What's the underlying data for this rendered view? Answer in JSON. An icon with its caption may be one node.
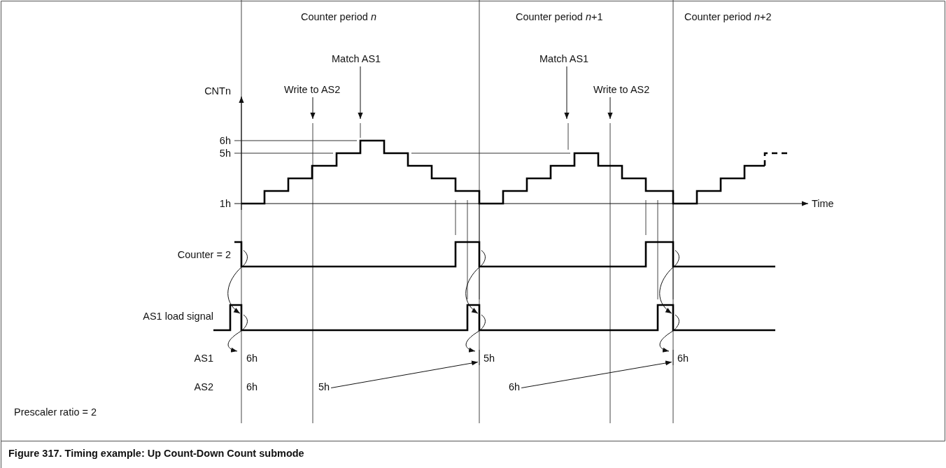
{
  "diagram": {
    "caption": "Figure 317.  Timing example: Up Count-Down Count submode",
    "nodes": [
      {
        "text": [
          "Write to AS2"
        ]
      },
      {
        "text": [
          "Match AS1"
        ]
      },
      {
        "text": [
          "Match AS1"
        ]
      },
      {
        "text": [
          "Write to AS2"
        ]
      },
      {
        "text": [
          "5h"
        ]
      },
      {
        "text": [
          "6h"
        ]
      },
      {
        "text": [
          "5h"
        ]
      },
      {
        "text": [
          "6h"
        ]
      }
    ],
    "edges": [
      {
        "from": 0,
        "to": null,
        "arrow": "to"
      },
      {
        "from": 1,
        "to": null,
        "arrow": "to"
      },
      {
        "from": 2,
        "to": null,
        "arrow": "to"
      },
      {
        "from": 3,
        "to": null,
        "arrow": "to"
      },
      {
        "from": 6,
        "to": 4,
        "arrow": "to"
      },
      {
        "from": 7,
        "to": 5,
        "arrow": "to"
      }
    ],
    "labels": [
      "Counter period *n*",
      "Counter period *n*+1",
      "Counter period *n*+2",
      "CNTn",
      "6h",
      "5h",
      "1h",
      "Time",
      "Counter = 2",
      "AS1 load signal",
      "AS1",
      "6h",
      "AS2",
      "6h",
      "Prescaler ratio = 2"
    ]
  }
}
